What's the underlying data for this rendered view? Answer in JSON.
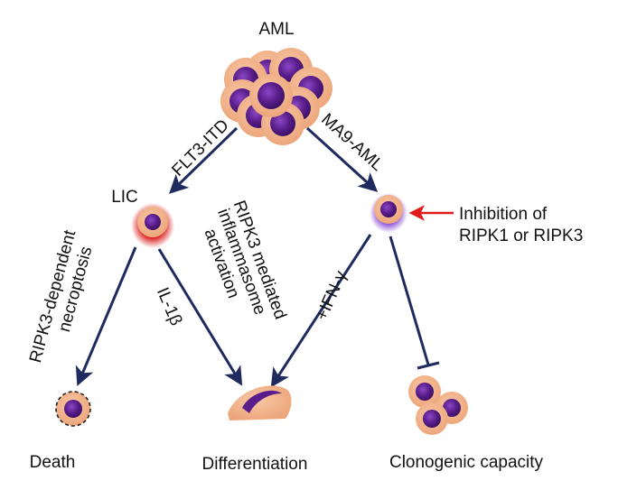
{
  "labels": {
    "aml": "AML",
    "lic": "LIC",
    "flt3": "FLT3-ITD",
    "ma9": "MA9-AML",
    "necroptosis_line1": "RIPK3-dependent",
    "necroptosis_line2": "necroptosis",
    "il1b": "IL-1β",
    "inflam_line1": "RIPK3 mediated",
    "inflam_line2": "inflammasome",
    "inflam_line3": "activation",
    "ifn": "+IFN-γ",
    "inhibition_line1": "Inhibition of",
    "inhibition_line2": "RIPK1 or RIPK3",
    "death": "Death",
    "differentiation": "Differentiation",
    "clonogenic": "Clonogenic capacity"
  },
  "colors": {
    "arrow": "#1f2a5e",
    "cell_body": "#f2b48c",
    "nucleus": "#5a1e8c",
    "lic_glow": "#d91c1c",
    "ma9_glow": "#8a4fd6",
    "inhibition_arrow": "#e01b1b"
  }
}
